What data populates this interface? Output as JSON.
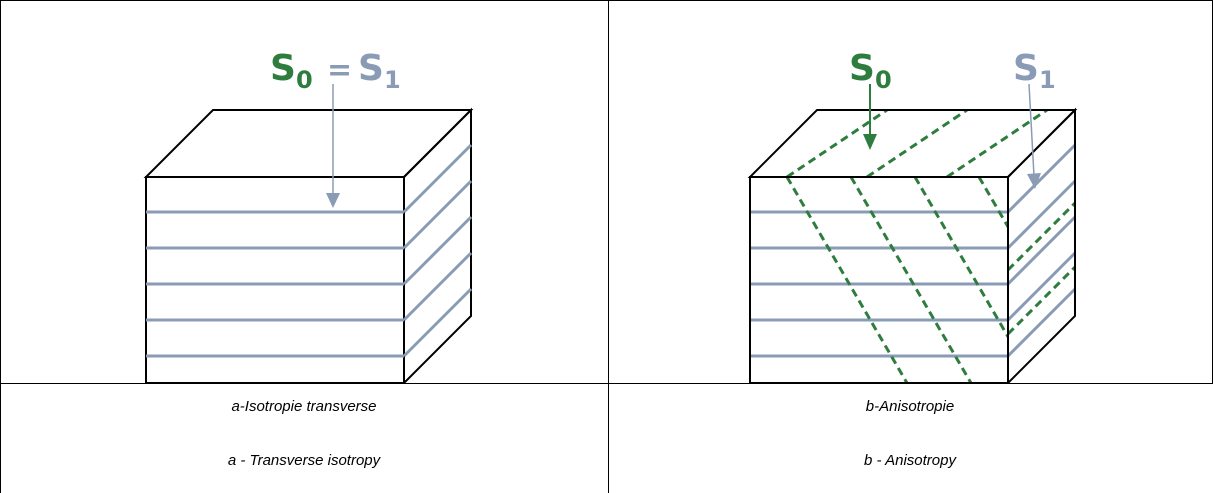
{
  "colors": {
    "green": "#2e7d3e",
    "blue": "#8a9bb6",
    "line": "#000000"
  },
  "panels": [
    {
      "id": "a",
      "label_s0": "S",
      "label_s0_sub": "0",
      "label_eq": "=",
      "label_s1": "S",
      "label_s1_sub": "1",
      "caption_fr": "a-Isotropie transverse",
      "caption_en": "a - Transverse isotropy"
    },
    {
      "id": "b",
      "label_s0": "S",
      "label_s0_sub": "0",
      "label_s1": "S",
      "label_s1_sub": "1",
      "caption_fr": "b-Anisotropie",
      "caption_en": "b - Anisotropy"
    }
  ]
}
